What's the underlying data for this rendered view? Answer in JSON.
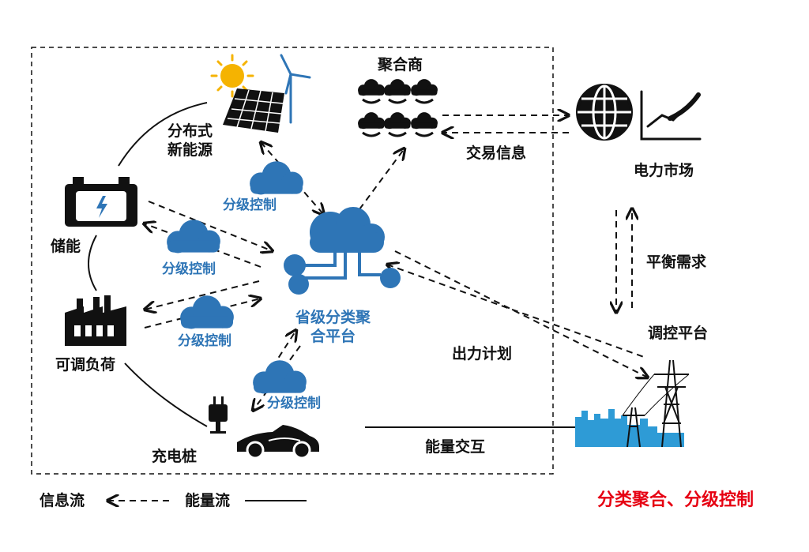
{
  "nodes": {
    "distributed_renewable": [
      "分布式",
      "新能源"
    ],
    "storage": "储能",
    "adjustable_load": "可调负荷",
    "charging_pile": "充电桩",
    "aggregator": "聚合商",
    "power_market": "电力市场",
    "dispatch_platform": "调控平台",
    "provincial_platform": [
      "省级分类聚",
      "合平台"
    ]
  },
  "edges": {
    "graded_control": "分级控制",
    "trading_info": "交易信息",
    "balance_demand": "平衡需求",
    "output_plan": "出力计划",
    "energy_interaction": "能量交互"
  },
  "legend": {
    "info_flow": "信息流",
    "energy_flow": "能量流"
  },
  "caption": "分类聚合、分级控制",
  "colors": {
    "blue": "#2e75b6",
    "black": "#111111",
    "red": "#e60012",
    "sun": "#f5b301"
  },
  "icons": [
    "sun-icon",
    "solar-panel-icon",
    "wind-turbine-icon",
    "battery-icon",
    "factory-icon",
    "plug-icon",
    "car-icon",
    "cloud-icon",
    "globe-icon",
    "market-chart-icon",
    "power-tower-icon",
    "city-skyline-icon",
    "aggregator-group-icon"
  ]
}
